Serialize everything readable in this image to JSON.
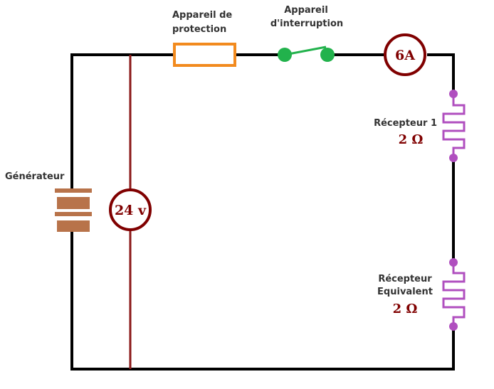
{
  "colors": {
    "wire": "#000000",
    "voltmeter_wire": "#8B1A1A",
    "meter": "#800000",
    "fuse": "#F28A1E",
    "switch": "#22B24C",
    "generator": "#B8734A",
    "resistor": "#B04FBF",
    "value_text": "#800000"
  },
  "labels": {
    "protection_line1": "Appareil de",
    "protection_line2": "protection",
    "interruption_line1": "Appareil",
    "interruption_line2": "d'interruption",
    "generator": "Générateur",
    "receiver1": "Récepteur 1",
    "receiver1_value": "2 Ω",
    "receiver_eq_line1": "Récepteur",
    "receiver_eq_line2": "Equivalent",
    "receiver_eq_value": "2 Ω"
  },
  "meters": {
    "ammeter": "6A",
    "voltmeter": "24 v"
  },
  "icons": {
    "generator": "battery-symbol",
    "fuse": "fuse-symbol",
    "switch": "open-switch-symbol",
    "resistor": "resistor-zigzag-symbol"
  }
}
